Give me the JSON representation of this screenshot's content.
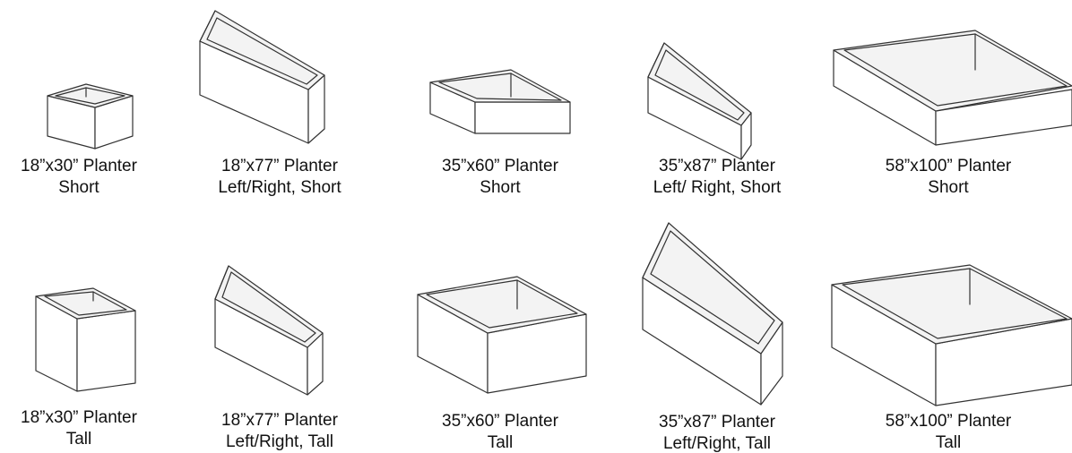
{
  "items": [
    {
      "id": "p1",
      "line1": "18”x30” Planter",
      "line2": "Short"
    },
    {
      "id": "p2",
      "line1": "18”x77” Planter",
      "line2": "Left/Right, Short"
    },
    {
      "id": "p3",
      "line1": "35”x60” Planter",
      "line2": "Short"
    },
    {
      "id": "p4",
      "line1": "35”x87” Planter",
      "line2": "Left/ Right, Short"
    },
    {
      "id": "p5",
      "line1": "58”x100” Planter",
      "line2": "Short"
    },
    {
      "id": "p6",
      "line1": "18”x30” Planter",
      "line2": "Tall"
    },
    {
      "id": "p7",
      "line1": "18”x77” Planter",
      "line2": "Left/Right, Tall"
    },
    {
      "id": "p8",
      "line1": "35”x60” Planter",
      "line2": "Tall"
    },
    {
      "id": "p9",
      "line1": "35”x87” Planter",
      "line2": "Left/Right, Tall"
    },
    {
      "id": "p10",
      "line1": "58”x100” Planter",
      "line2": "Tall"
    }
  ]
}
